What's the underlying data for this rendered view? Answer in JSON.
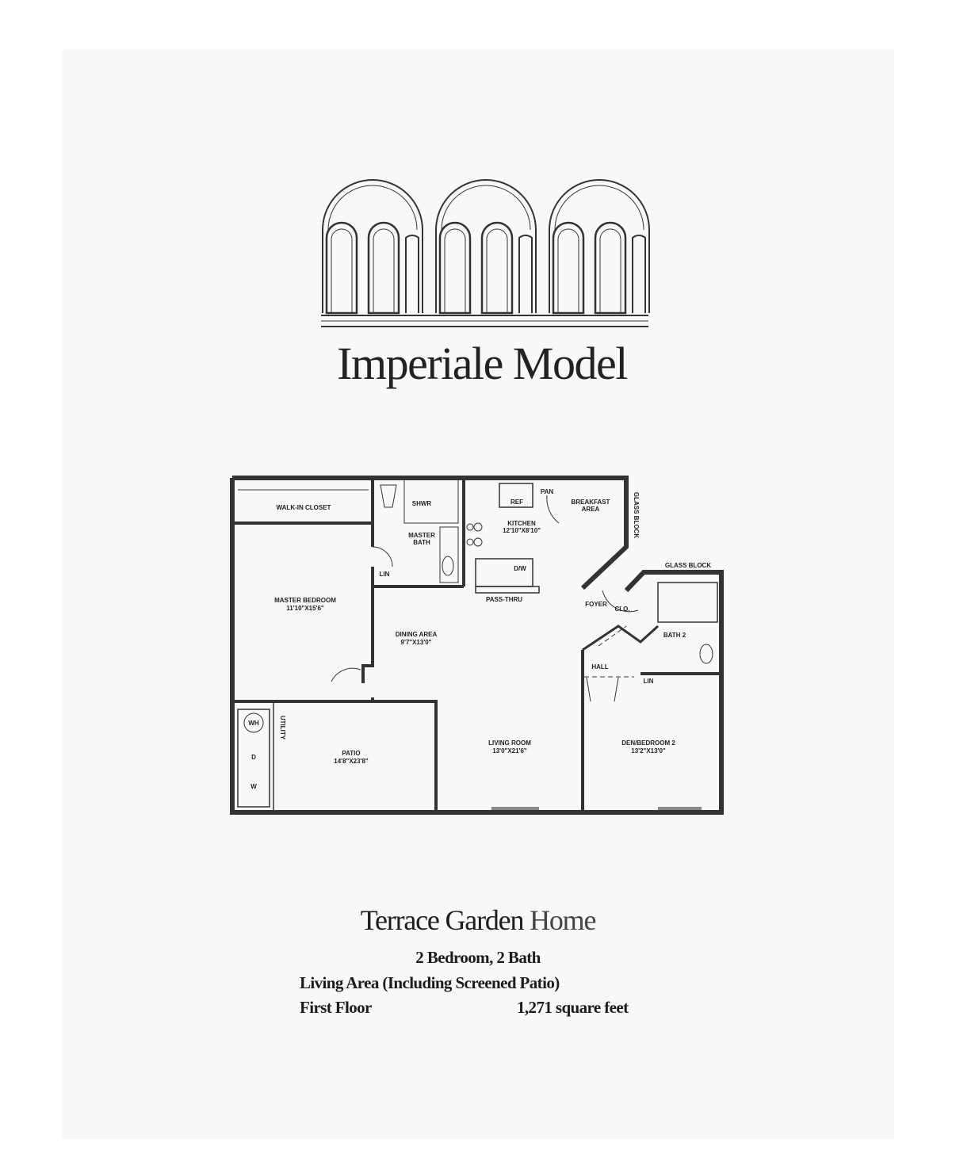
{
  "logo": {
    "name": "arched-windows-logo"
  },
  "title": "Imperiale Model",
  "floor_plan": {
    "rooms": {
      "walk_in_closet": "WALK-IN CLOSET",
      "master_bath": "MASTER",
      "master_bath_2": "BATH",
      "shower": "SHWR",
      "lin_1": "LIN",
      "master_bedroom": "MASTER BEDROOM",
      "master_bedroom_dim": "11'10\"X15'6\"",
      "kitchen": "KITCHEN",
      "kitchen_dim": "12'10\"X8'10\"",
      "ref": "REF",
      "pan": "PAN",
      "dw": "D/W",
      "breakfast": "BREAKFAST",
      "breakfast_2": "AREA",
      "glass_block_1": "GLASS BLOCK",
      "glass_block_2": "GLASS BLOCK",
      "pass_thru": "PASS-THRU",
      "foyer": "FOYER",
      "clo": "CLO.",
      "dining": "DINING AREA",
      "dining_dim": "9'7\"X13'0\"",
      "bath2": "BATH 2",
      "hall": "HALL",
      "lin_2": "LIN",
      "patio": "PATIO",
      "patio_dim": "14'8\"X23'8\"",
      "utility": "UTILITY",
      "wh": "WH",
      "d": "D",
      "w": "W",
      "living": "LIVING ROOM",
      "living_dim": "13'0\"X21'6\"",
      "den": "DEN/BEDROOM 2",
      "den_dim": "13'2\"X13'0\""
    }
  },
  "footer": {
    "home_a": "Terrace Garden",
    "home_b": "Home",
    "beds_baths": "2 Bedroom, 2 Bath",
    "living_area": "Living Area (Including Screened Patio)",
    "floor_label": "First Floor",
    "square_feet": "1,271 square feet"
  }
}
